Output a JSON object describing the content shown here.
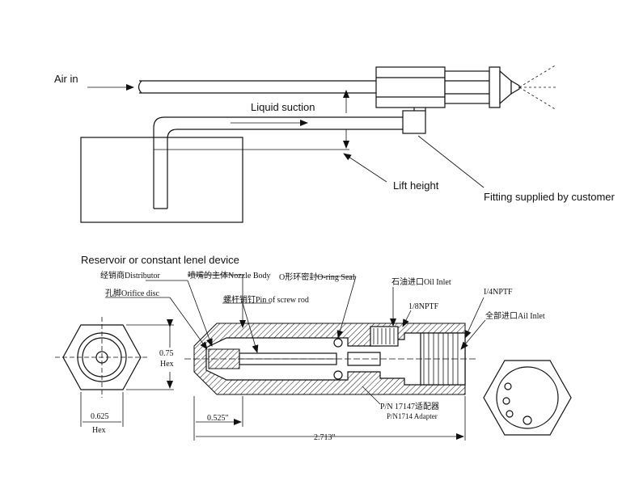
{
  "top": {
    "air_in": "Air in",
    "liquid_suction": "Liquid suction",
    "lift_height": "Lift height",
    "fitting": "Fitting supplied by customer",
    "reservoir": "Reservoir or constant lenel device"
  },
  "bottom": {
    "distributor": "经销商Distributor",
    "nozzle_body": "喷嘴的主体Nozzle Body",
    "o_ring": "O形环密封O-ring Seal",
    "orifice": "孔脚Orifice disc",
    "pin": "螺杆销钉Pin of screw rod",
    "oil_inlet": "石油进口Oil Inlet",
    "npt_18": "1/8NPTF",
    "npt_14": "I/4NPTF",
    "air_inlet": "全部进口Ail Inlet",
    "hex_075": "0.75",
    "hex_075_unit": "Hex",
    "hex_0625": "0.625",
    "hex_0625_unit": "Hex",
    "dim_0525": "0.525\"",
    "dim_2713": "2.713\"",
    "pn_1": "P/N 17147适配器",
    "pn_2": "P/N1714 Adapter"
  }
}
